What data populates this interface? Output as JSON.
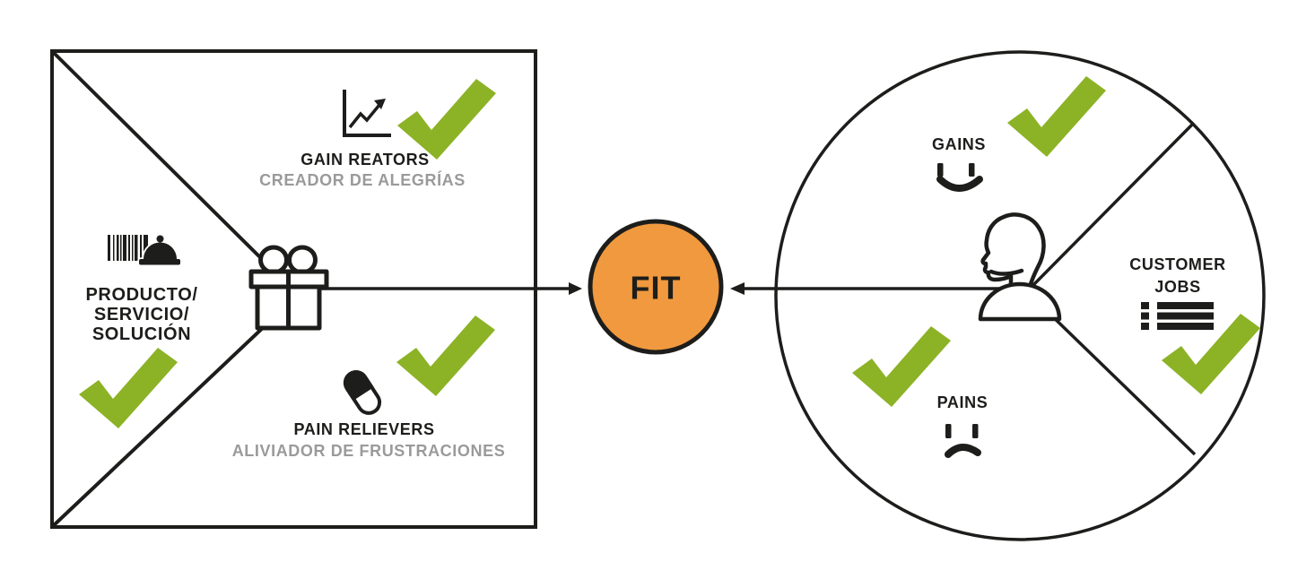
{
  "diagram": {
    "title_semantic": "Value Proposition Canvas fit diagram",
    "colors": {
      "ink": "#1d1d1b",
      "gray": "#9b9a9a",
      "green": "#8cb226",
      "orange": "#f1993e",
      "background": "#ffffff"
    }
  },
  "value_map": {
    "gain_creators": {
      "title": "GAIN REATORS",
      "subtitle": "CREADOR DE ALEGRÍAS",
      "icon": "line-chart-icon",
      "checked": true
    },
    "products": {
      "line1": "PRODUCTO/",
      "line2": "SERVICIO/",
      "line3": "SOLUCIÓN",
      "icon": "barcode-dish-icon",
      "checked": true
    },
    "pain_relievers": {
      "title": "PAIN RELIEVERS",
      "subtitle": "ALIVIADOR DE FRUSTRACIONES",
      "icon": "pill-icon",
      "checked": true
    },
    "center_icon": "gift-icon"
  },
  "fit": {
    "label": "FIT"
  },
  "customer_profile": {
    "gains": {
      "label": "GAINS",
      "icon": "smiley-icon",
      "checked": true
    },
    "customer_jobs": {
      "line1": "CUSTOMER",
      "line2": "JOBS",
      "icon": "list-icon",
      "checked": true
    },
    "pains": {
      "label": "PAINS",
      "icon": "sad-face-icon",
      "checked": true
    },
    "center_icon": "person-icon"
  },
  "icons": [
    "line-chart-icon",
    "barcode-dish-icon",
    "pill-icon",
    "gift-icon",
    "smiley-icon",
    "sad-face-icon",
    "list-icon",
    "person-icon",
    "checkmark-icon",
    "arrow-right-icon",
    "arrow-left-icon"
  ]
}
